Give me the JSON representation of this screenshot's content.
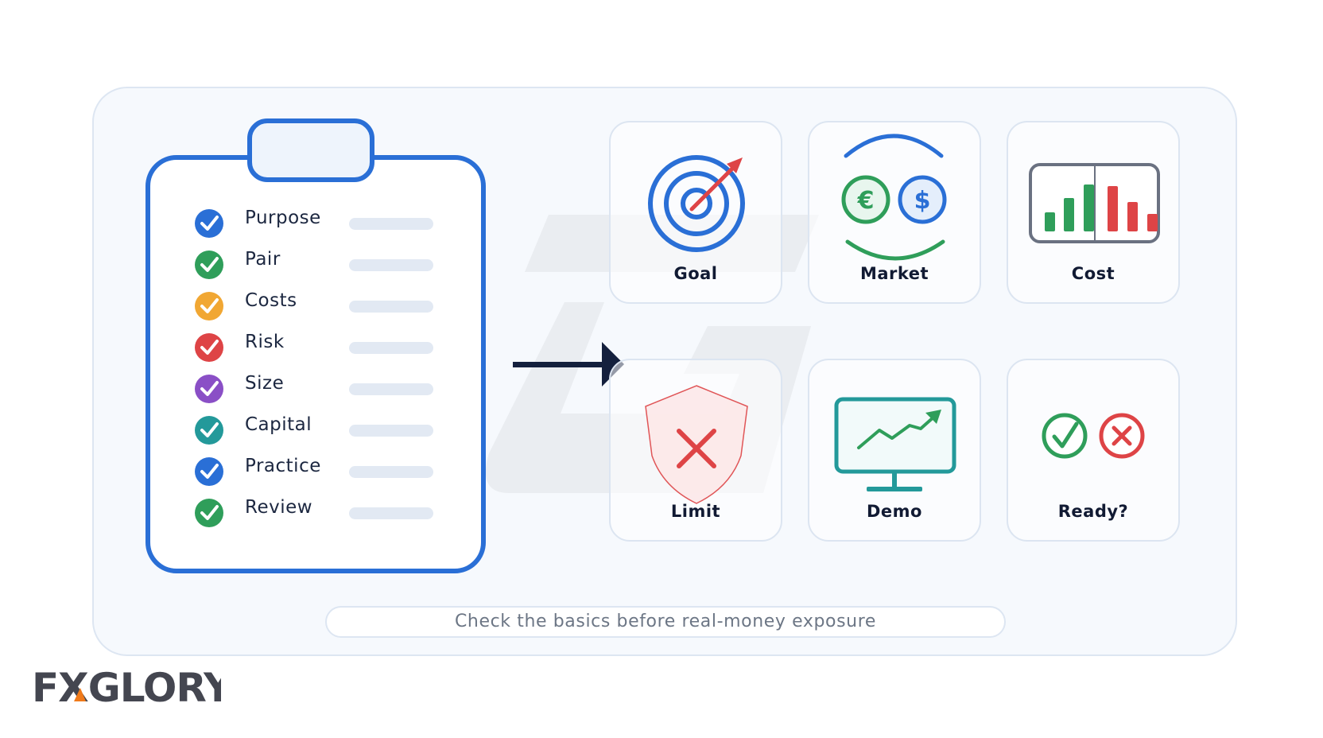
{
  "checklist": {
    "items": [
      {
        "label": "Purpose",
        "color": "#2a6fd6"
      },
      {
        "label": "Pair",
        "color": "#2f9e5a"
      },
      {
        "label": "Costs",
        "color": "#f1a733"
      },
      {
        "label": "Risk",
        "color": "#de4446"
      },
      {
        "label": "Size",
        "color": "#8a4fc6"
      },
      {
        "label": "Capital",
        "color": "#23999a"
      },
      {
        "label": "Practice",
        "color": "#2a6fd6"
      },
      {
        "label": "Review",
        "color": "#2f9e5a"
      }
    ]
  },
  "cards": [
    {
      "label": "Goal",
      "icon": "target-icon"
    },
    {
      "label": "Market",
      "icon": "currency-exchange-icon"
    },
    {
      "label": "Cost",
      "icon": "bar-chart-icon"
    },
    {
      "label": "Limit",
      "icon": "shield-x-icon"
    },
    {
      "label": "Demo",
      "icon": "monitor-chart-icon"
    },
    {
      "label": "Ready?",
      "icon": "check-cross-icon"
    }
  ],
  "caption": "Check the basics before real-money exposure",
  "logo": {
    "prefix": "FX",
    "suffix": "GLORY",
    "accent_color": "#f07a1a"
  },
  "colors": {
    "primary_blue": "#2a6fd6",
    "dark_navy": "#14203d",
    "green": "#2f9e5a",
    "red": "#de4446"
  },
  "market_symbols": {
    "euro": "€",
    "dollar": "$"
  }
}
